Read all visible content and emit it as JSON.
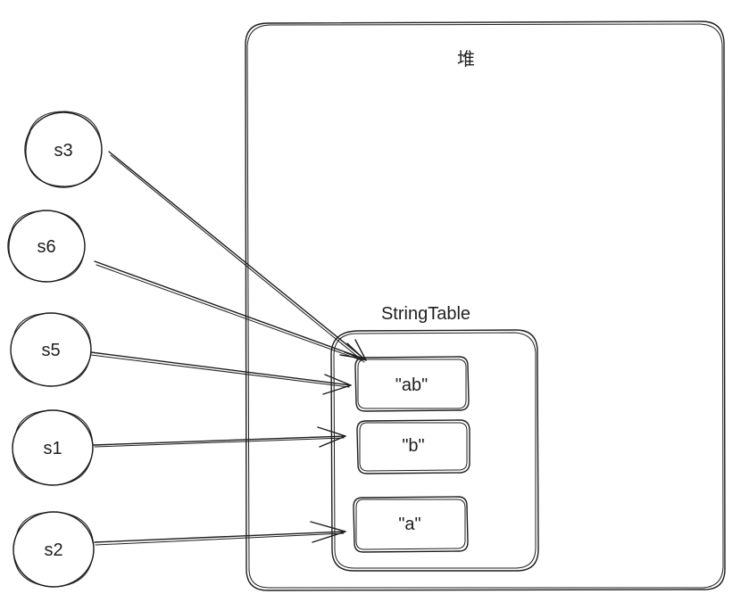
{
  "heap": {
    "label": "堆"
  },
  "string_table": {
    "label": "StringTable",
    "entries": [
      "\"ab\"",
      "\"b\"",
      "\"a\""
    ]
  },
  "variables": [
    "s3",
    "s6",
    "s5",
    "s1",
    "s2"
  ],
  "references": [
    {
      "from": "s3",
      "to": "\"ab\""
    },
    {
      "from": "s6",
      "to": "\"ab\""
    },
    {
      "from": "s5",
      "to": "\"ab\""
    },
    {
      "from": "s1",
      "to": "\"b\""
    },
    {
      "from": "s2",
      "to": "\"a\""
    }
  ]
}
